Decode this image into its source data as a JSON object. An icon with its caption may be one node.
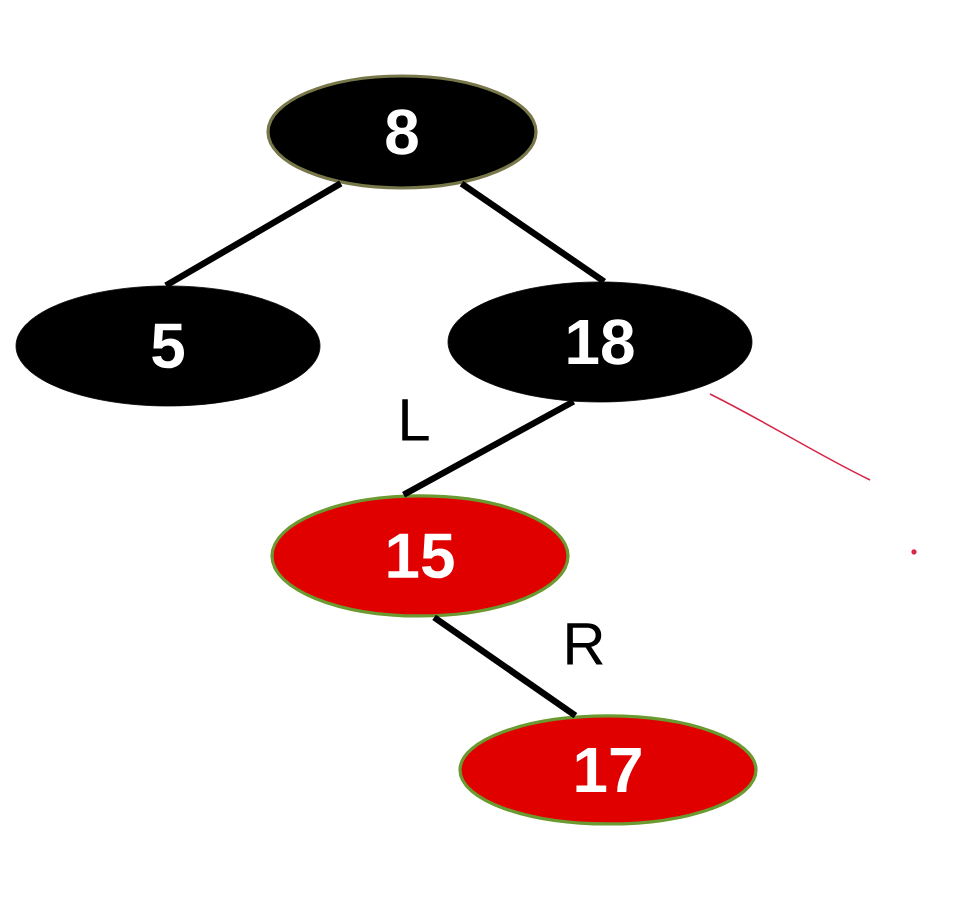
{
  "diagram": {
    "nodes": [
      {
        "text": [
          "8"
        ]
      },
      {
        "text": [
          "5"
        ]
      },
      {
        "text": [
          "18"
        ]
      },
      {
        "text": [
          "15"
        ]
      },
      {
        "text": [
          "17"
        ]
      }
    ],
    "edges": [
      {
        "from": 0,
        "to": 1,
        "arrow": "none"
      },
      {
        "from": 0,
        "to": 2,
        "arrow": "none"
      },
      {
        "from": 2,
        "to": 3,
        "arrow": "none",
        "label": "L"
      },
      {
        "from": 3,
        "to": 4,
        "arrow": "none",
        "label": "R"
      }
    ]
  }
}
